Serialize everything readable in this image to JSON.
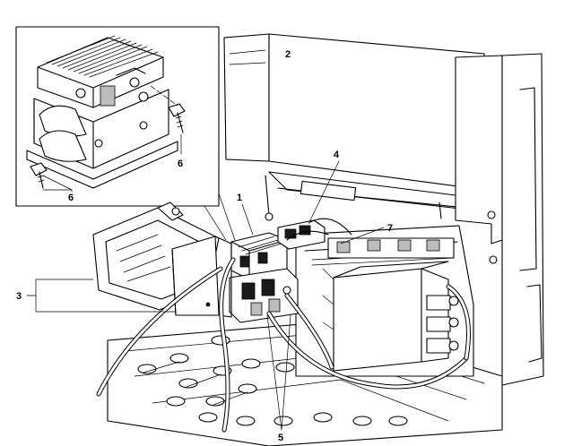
{
  "callouts": {
    "c1": "1",
    "c2": "2",
    "c3": "3",
    "c4": "4",
    "c5": "5",
    "c6a": "6",
    "c6b": "6",
    "c7": "7"
  },
  "colors": {
    "line": "#000000",
    "background": "#ffffff"
  }
}
